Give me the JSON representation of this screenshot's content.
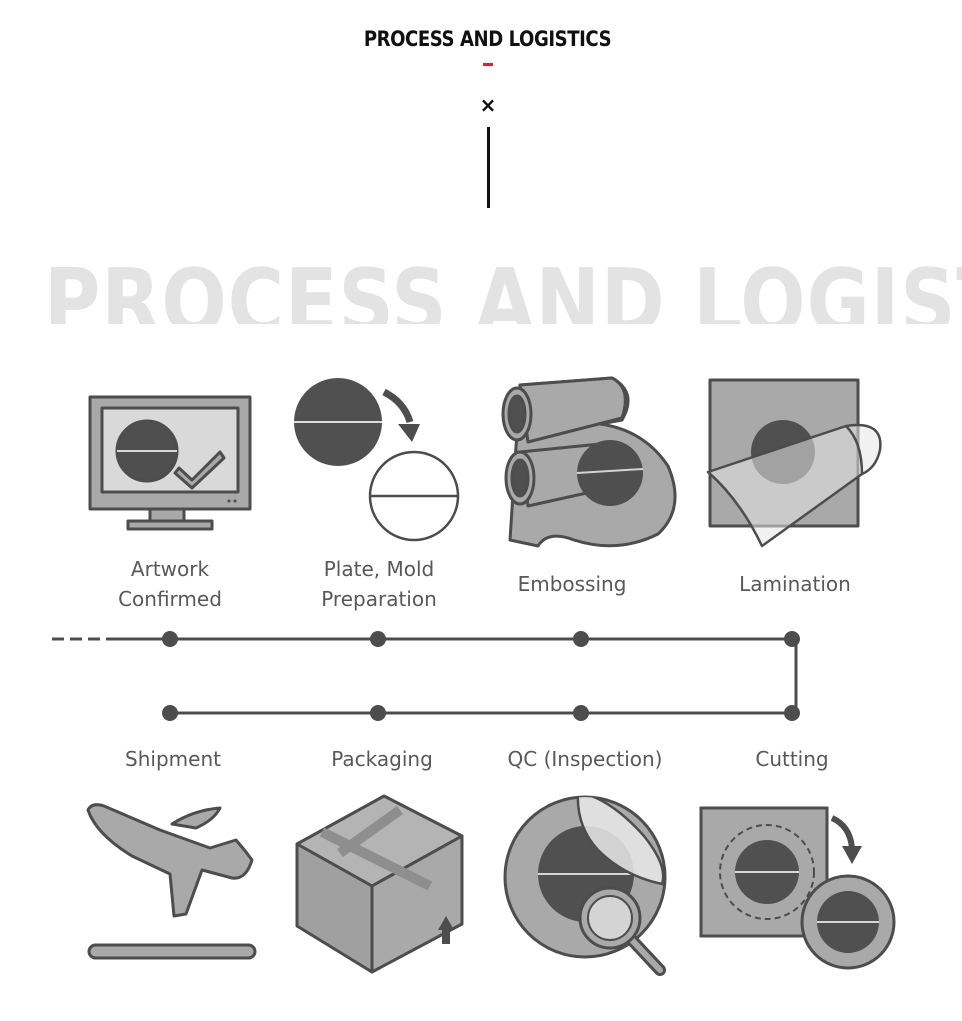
{
  "header": {
    "title": "PROCESS AND LOGISTICS",
    "close_symbol": "×",
    "watermark": "PROCESS AND LOGISTICS"
  },
  "colors": {
    "accent": "#e31e24",
    "icon_fill": "#a7a7a7",
    "icon_dark": "#555555",
    "line": "#4d4d4d",
    "label_text": "#585858",
    "watermark": "#e3e3e3"
  },
  "process": {
    "top_row": [
      {
        "label_lines": [
          "Artwork",
          "Confirmed"
        ],
        "icon": "monitor-check-icon"
      },
      {
        "label_lines": [
          "Plate, Mold",
          "Preparation"
        ],
        "icon": "plate-mold-icon"
      },
      {
        "label_lines": [
          "Embossing"
        ],
        "icon": "embossing-rollers-icon"
      },
      {
        "label_lines": [
          "Lamination"
        ],
        "icon": "lamination-sheet-icon"
      }
    ],
    "bottom_row": [
      {
        "label_lines": [
          "Shipment"
        ],
        "icon": "airplane-icon"
      },
      {
        "label_lines": [
          "Packaging"
        ],
        "icon": "box-icon"
      },
      {
        "label_lines": [
          "QC (Inspection)"
        ],
        "icon": "magnifier-icon"
      },
      {
        "label_lines": [
          "Cutting"
        ],
        "icon": "cutting-icon"
      }
    ]
  }
}
